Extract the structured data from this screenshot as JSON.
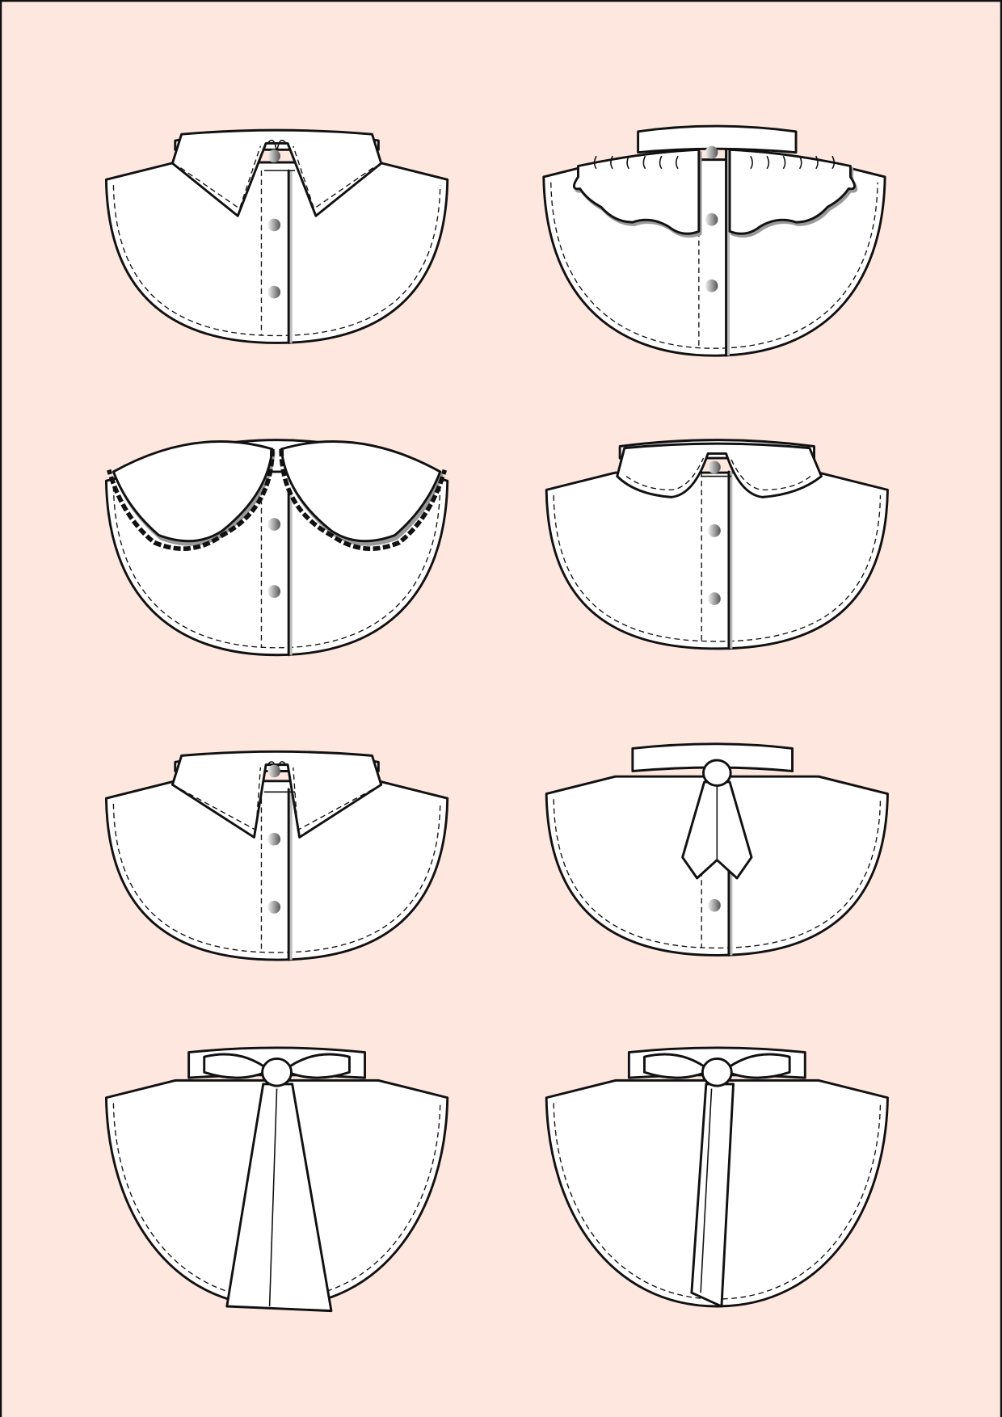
{
  "colors": {
    "background": "#fde7df",
    "garment": "#ffffff",
    "outline": "#111111",
    "button": "#888888"
  },
  "collars": [
    {
      "style": "pointed-shirt-collar",
      "buttons": 3
    },
    {
      "style": "band-collar-with-ruffle",
      "buttons": 3
    },
    {
      "style": "peter-pan-collar-with-ruffle",
      "buttons": 2
    },
    {
      "style": "rounded-shirt-collar",
      "buttons": 3
    },
    {
      "style": "pointed-shirt-collar-narrow",
      "buttons": 3
    },
    {
      "style": "band-collar-with-tie",
      "buttons": 1
    },
    {
      "style": "bow-collar-with-long-wide-tie",
      "buttons": 0
    },
    {
      "style": "bow-collar-with-long-narrow-tie",
      "buttons": 0
    }
  ]
}
